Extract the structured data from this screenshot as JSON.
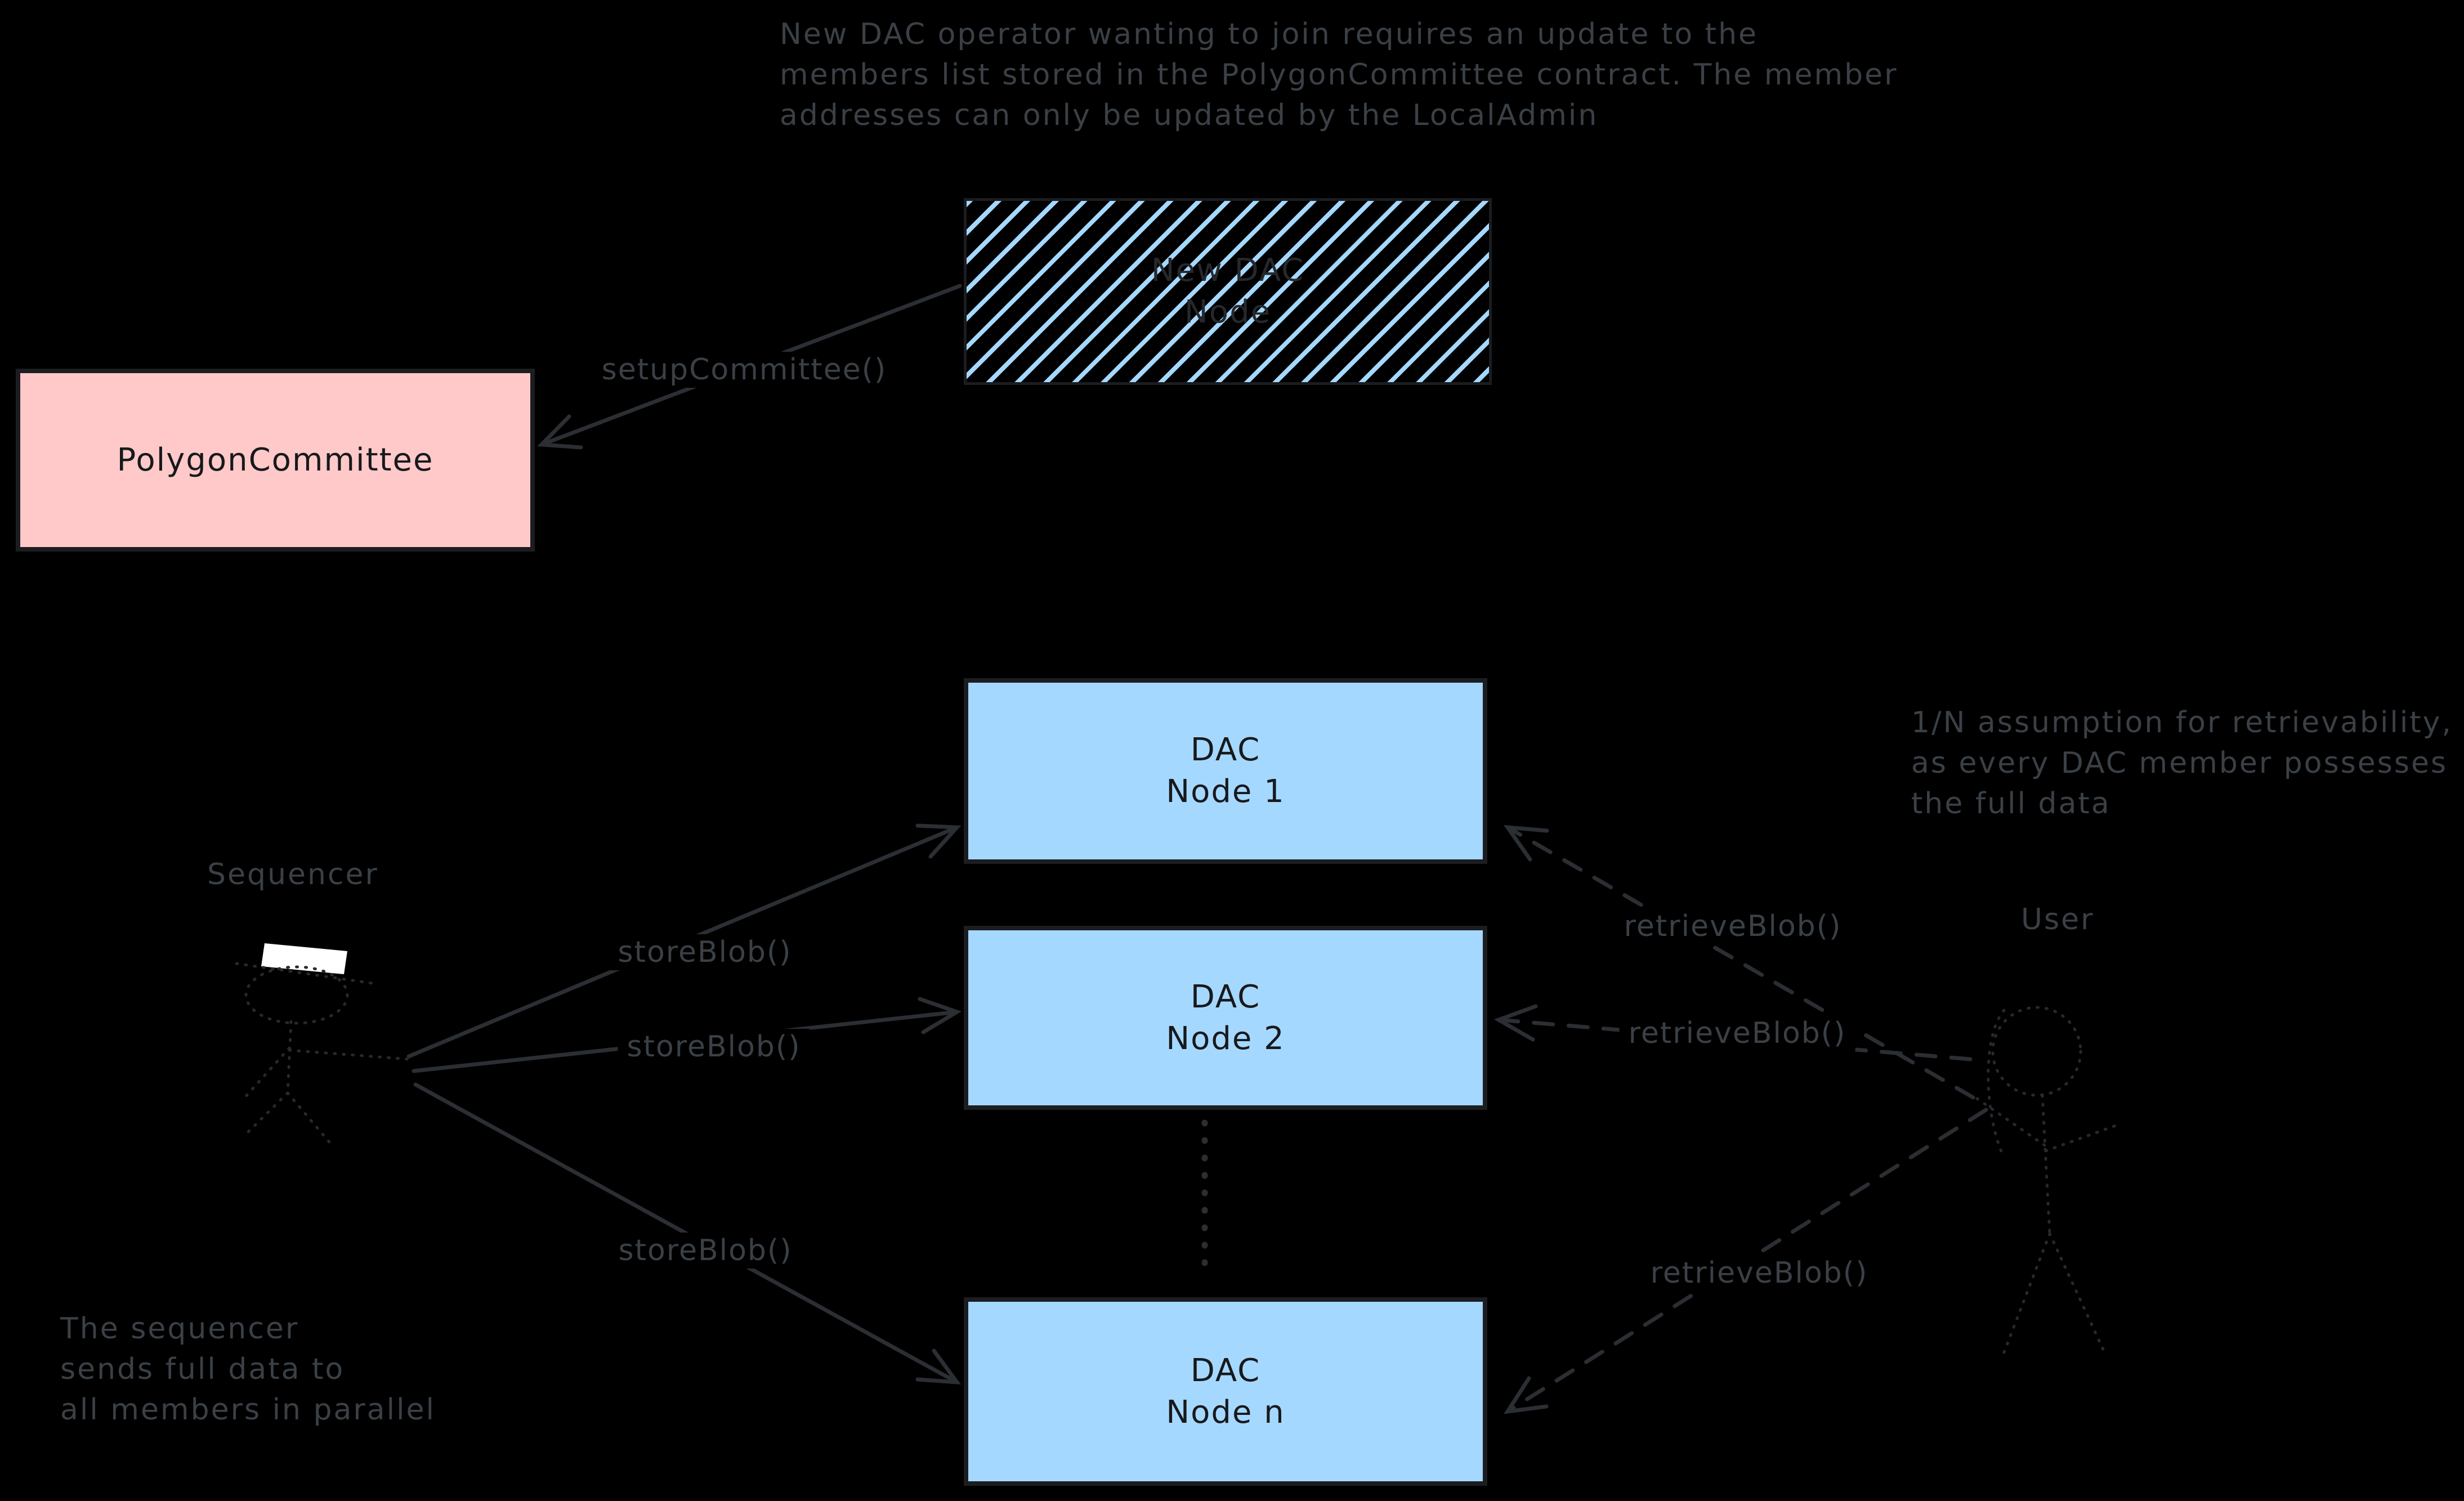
{
  "colors": {
    "background": "#000000",
    "box_pink": "#ffc9c9",
    "box_blue": "#a5d8ff",
    "hatch_blue": "#a5d8ff",
    "stroke_dark": "#1e1e1e",
    "annotation_gray": "#3a4046",
    "hat_white": "#ffffff"
  },
  "notes": {
    "top": {
      "lines": [
        "New DAC operator wanting to join requires an update to the",
        "members list stored in the PolygonCommittee contract. The member",
        "addresses can only be updated by the LocalAdmin"
      ]
    },
    "retrievability": {
      "lines": [
        "1/N assumption for retrievability,",
        "as every DAC member possesses",
        "the full data"
      ]
    },
    "parallel": {
      "lines": [
        "The sequencer",
        "sends full data to",
        "all members in parallel"
      ]
    }
  },
  "labels": {
    "sequencer": "Sequencer",
    "user": "User",
    "setup_committee": "setupCommittee()",
    "store_blob": "storeBlob()",
    "retrieve_blob": "retrieveBlob()"
  },
  "boxes": {
    "polygon_committee": {
      "label": "PolygonCommittee"
    },
    "new_dac_node": {
      "lines": [
        "New DAC",
        "Node"
      ]
    },
    "dac_node_1": {
      "lines": [
        "DAC",
        "Node 1"
      ]
    },
    "dac_node_2": {
      "lines": [
        "DAC",
        "Node 2"
      ]
    },
    "dac_node_n": {
      "lines": [
        "DAC",
        "Node n"
      ]
    }
  }
}
